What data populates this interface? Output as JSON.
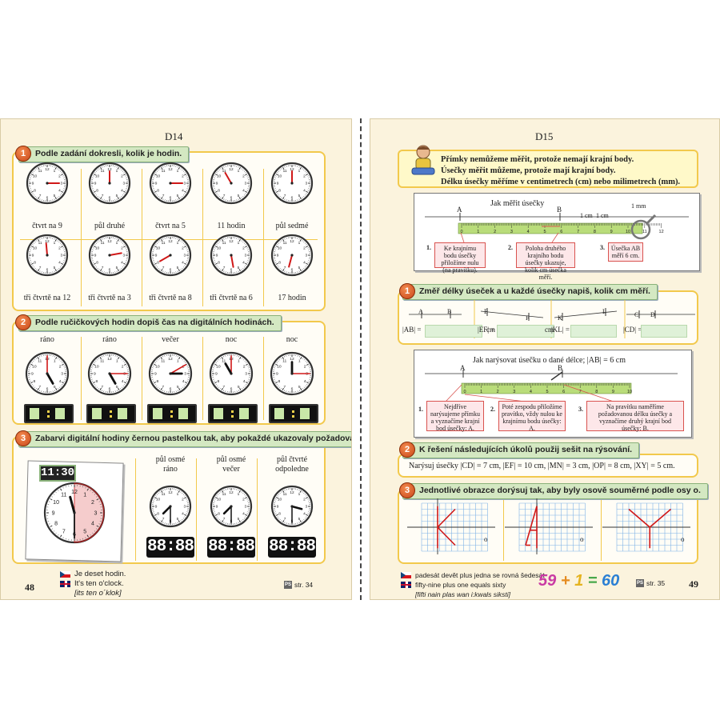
{
  "left_page": {
    "title": "D14",
    "page_number": "48",
    "task1": {
      "number": "1",
      "instruction": "Podle zadání dokresli, kolik je hodin.",
      "row1": [
        "čtvrt na 9",
        "půl druhé",
        "čtvrt na 5",
        "11 hodin",
        "půl sedmé"
      ],
      "row2": [
        "tři čtvrtě na 12",
        "tři čtvrtě na 3",
        "tři čtvrtě na 8",
        "tři čtvrtě na 6",
        "17 hodin"
      ]
    },
    "task2": {
      "number": "2",
      "instruction": "Podle ručičkových hodin dopiš čas na digitálních hodinách.",
      "labels": [
        "ráno",
        "ráno",
        "večer",
        "noc",
        "noc"
      ]
    },
    "task3": {
      "number": "3",
      "instruction": "Zabarvi digitální hodiny černou pastelkou tak, aby pokaždé ukazovaly požadovaný čas.",
      "example_display": "11:30",
      "labels": [
        [
          "půl osmé",
          "ráno"
        ],
        [
          "půl osmé",
          "večer"
        ],
        [
          "půl čtvrté",
          "odpoledne"
        ]
      ],
      "display": "88:88"
    },
    "footer": {
      "cz": "Je deset hodin.",
      "en": "It's ten o'clock.",
      "pron": "[its ten o´klok]",
      "ref": "str. 34",
      "ps": "PS"
    },
    "clock_numerals": [
      "12",
      "1",
      "2",
      "3",
      "4",
      "5",
      "6",
      "7",
      "8",
      "9",
      "10",
      "11"
    ]
  },
  "right_page": {
    "title": "D15",
    "page_number": "49",
    "info": [
      "Přímky nemůžeme měřit, protože nemají krajní body.",
      "Úsečky měřit můžeme, protože mají krajní body.",
      "Délku úsečky měříme v centimetrech (cm) nebo milimetrech (mm)."
    ],
    "measure": {
      "title": "Jak měřit úsečky",
      "point_a": "A",
      "point_b": "B",
      "cm_label1": "1 cm",
      "cm_label2": "1 cm",
      "mm_label": "1 mm",
      "ruler_digits": [
        "0",
        "1",
        "2",
        "3",
        "4",
        "5",
        "6",
        "7",
        "8",
        "9",
        "10",
        "11",
        "12"
      ],
      "steps": [
        {
          "n": "1.",
          "text": "Ke krajnímu bodu úsečky přiložíme nulu (na pravítku)."
        },
        {
          "n": "2.",
          "text": "Poloha druhého krajního bodu úsečky ukazuje, kolik cm úsečka měří."
        },
        {
          "n": "3.",
          "text": "Úsečka AB měří 6 cm."
        }
      ]
    },
    "task1": {
      "number": "1",
      "instruction": "Změř délky úseček a u každé úsečky napiš, kolik cm měří.",
      "segments": [
        {
          "p1": "A",
          "p2": "B",
          "label": "|AB| =",
          "unit": "cm"
        },
        {
          "p1": "E",
          "p2": "F",
          "label": "|EF| =",
          "unit": "cm"
        },
        {
          "p1": "K",
          "p2": "L",
          "label": "|KL| =",
          "unit": "cm"
        },
        {
          "p1": "C",
          "p2": "D",
          "label": "|CD| =",
          "unit": "cm"
        }
      ]
    },
    "draw": {
      "title": "Jak narýsovat úsečku o dané délce; |AB| = 6 cm",
      "point_a": "A",
      "point_b": "B",
      "ruler_digits": [
        "0",
        "1",
        "2",
        "3",
        "4",
        "5",
        "6",
        "7",
        "8",
        "9",
        "10"
      ],
      "steps": [
        {
          "n": "1.",
          "text": "Nejdříve narýsujeme přímku a vyznačíme krajní bod úsečky: A."
        },
        {
          "n": "2.",
          "text": "Poté zespodu přiložíme pravítko, vždy nulou ke krajnímu bodu úsečky: A."
        },
        {
          "n": "3.",
          "text": "Na pravítku naměříme požadovanou délku úsečky a vyznačíme druhý krajní bod úsečky: B."
        }
      ]
    },
    "task2": {
      "number": "2",
      "instruction": "K řešení následujících úkolů použij sešit na rýsování.",
      "text": "Narýsuj úsečky |CD| = 7 cm, |EF| = 10 cm, |MN| = 3 cm, |OP| = 8 cm, |XY| = 5 cm."
    },
    "task3": {
      "number": "3",
      "instruction": "Jednotlivé obrazce dorýsuj tak, aby byly osově souměrné podle osy o.",
      "axis_label": "o"
    },
    "footer": {
      "cz": "padesát devět plus jedna se rovná šedesát",
      "en": "fifty-nine plus one equals sixty",
      "pron": "[fifti nain plas wan i:kwals siksti]",
      "eq": [
        "59",
        "+",
        "1",
        "=",
        "60"
      ],
      "ref": "str. 35",
      "ps": "PS"
    }
  },
  "colors": {
    "page_bg": "#fbf3dd",
    "card_border": "#f2c94c",
    "banner_bg": "#d4e8c2",
    "badge": "#e0622a",
    "hand_red": "#d01818",
    "answer_box": "#dff1d8",
    "callout_border": "#d9534f",
    "ruler_green": "#b9dc7a",
    "grid_blue": "#7fb3e6"
  }
}
